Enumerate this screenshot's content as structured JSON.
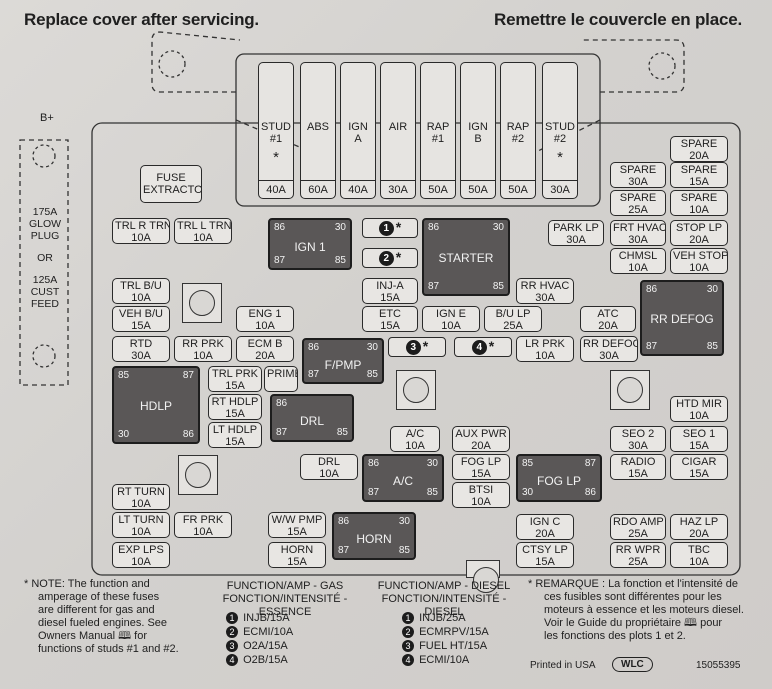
{
  "header": {
    "left": "Replace cover after servicing.",
    "right": "Remettre le couvercle en place."
  },
  "b_plus": "B+",
  "maxi_fuses": [
    {
      "name": "STUD\n#1",
      "star": "*",
      "amp": "40A"
    },
    {
      "name": "ABS",
      "star": "",
      "amp": "60A"
    },
    {
      "name": "IGN\nA",
      "star": "",
      "amp": "40A"
    },
    {
      "name": "AIR",
      "star": "",
      "amp": "30A"
    },
    {
      "name": "RAP\n#1",
      "star": "",
      "amp": "50A"
    },
    {
      "name": "IGN\nB",
      "star": "",
      "amp": "50A"
    },
    {
      "name": "RAP\n#2",
      "star": "",
      "amp": "50A"
    },
    {
      "name": "STUD\n#2",
      "star": "*",
      "amp": "30A"
    }
  ],
  "fuse_extractor": "FUSE EXTRACTOR",
  "glow_plug": {
    "a": "175A",
    "b": "GLOW",
    "c": "PLUG",
    "d": "OR",
    "e": "125A",
    "f": "CUST",
    "g": "FEED"
  },
  "fuses": {
    "trl_r_trn": [
      "TRL R TRN",
      "10A"
    ],
    "trl_l_trn": [
      "TRL L TRN",
      "10A"
    ],
    "trl_bu": [
      "TRL B/U",
      "10A"
    ],
    "veh_bu": [
      "VEH B/U",
      "15A"
    ],
    "rtd": [
      "RTD",
      "30A"
    ],
    "rr_prk": [
      "RR PRK",
      "10A"
    ],
    "ecm_b": [
      "ECM B",
      "20A"
    ],
    "eng1": [
      "ENG 1",
      "10A"
    ],
    "inj_a": [
      "INJ-A",
      "15A"
    ],
    "etc": [
      "ETC",
      "15A"
    ],
    "ign_e": [
      "IGN E",
      "10A"
    ],
    "bu_lp": [
      "B/U LP",
      "25A"
    ],
    "rr_hvac": [
      "RR HVAC",
      "30A"
    ],
    "park_lp": [
      "PARK LP",
      "30A"
    ],
    "atc": [
      "ATC",
      "20A"
    ],
    "lr_prk": [
      "LR PRK",
      "10A"
    ],
    "rr_defog_f": [
      "RR DEFOG",
      "30A"
    ],
    "trl_prk": [
      "TRL PRK",
      "15A"
    ],
    "prime": [
      "PRIME",
      ""
    ],
    "rt_hdlp": [
      "RT HDLP",
      "15A"
    ],
    "lt_hdlp": [
      "LT HDLP",
      "15A"
    ],
    "ac_f": [
      "A/C",
      "10A"
    ],
    "aux_pwr": [
      "AUX PWR",
      "20A"
    ],
    "drl_f": [
      "DRL",
      "10A"
    ],
    "fog_lp_f": [
      "FOG LP",
      "15A"
    ],
    "btsi": [
      "BTSI",
      "10A"
    ],
    "rt_turn": [
      "RT TURN",
      "10A"
    ],
    "lt_turn": [
      "LT TURN",
      "10A"
    ],
    "fr_prk": [
      "FR PRK",
      "10A"
    ],
    "exp_lps": [
      "EXP LPS",
      "10A"
    ],
    "ww_pmp": [
      "W/W PMP",
      "15A"
    ],
    "horn_f": [
      "HORN",
      "15A"
    ],
    "ign_c": [
      "IGN C",
      "20A"
    ],
    "ctsy_lp": [
      "CTSY LP",
      "15A"
    ],
    "spare1": [
      "SPARE",
      "20A"
    ],
    "spare2": [
      "SPARE",
      "30A"
    ],
    "spare3": [
      "SPARE",
      "15A"
    ],
    "spare4": [
      "SPARE",
      "25A"
    ],
    "spare5": [
      "SPARE",
      "10A"
    ],
    "frt_hvac": [
      "FRT HVAC",
      "30A"
    ],
    "stop_lp": [
      "STOP LP",
      "20A"
    ],
    "chmsl": [
      "CHMSL",
      "10A"
    ],
    "veh_stop": [
      "VEH STOP",
      "10A"
    ],
    "htd_mir": [
      "HTD MIR",
      "10A"
    ],
    "seo2": [
      "SEO 2",
      "30A"
    ],
    "seo1": [
      "SEO 1",
      "15A"
    ],
    "radio": [
      "RADIO",
      "15A"
    ],
    "cigar": [
      "CIGAR",
      "15A"
    ],
    "rdo_amp": [
      "RDO AMP",
      "25A"
    ],
    "haz_lp": [
      "HAZ LP",
      "20A"
    ],
    "rr_wpr": [
      "RR WPR",
      "25A"
    ],
    "tbc": [
      "TBC",
      "10A"
    ]
  },
  "relays": {
    "ign1": {
      "name": "IGN 1",
      "p": [
        "86",
        "30",
        "87",
        "85"
      ]
    },
    "starter": {
      "name": "STARTER",
      "p": [
        "86",
        "30",
        "87",
        "85"
      ]
    },
    "rr_defog": {
      "name": "RR DEFOG",
      "p": [
        "86",
        "30",
        "87",
        "85"
      ]
    },
    "fpmp": {
      "name": "F/PMP",
      "p": [
        "86",
        "30",
        "87",
        "85"
      ]
    },
    "hdlp": {
      "name": "HDLP",
      "p": [
        "85",
        "87",
        "30",
        "86"
      ]
    },
    "drl": {
      "name": "DRL",
      "p": [
        "86",
        "",
        "87",
        "85"
      ]
    },
    "ac": {
      "name": "A/C",
      "p": [
        "86",
        "30",
        "87",
        "85"
      ]
    },
    "fog_lp": {
      "name": "FOG LP",
      "p": [
        "85",
        "87",
        "30",
        "86"
      ]
    },
    "horn": {
      "name": "HORN",
      "p": [
        "86",
        "30",
        "87",
        "85"
      ]
    }
  },
  "num_relays": [
    {
      "n": "1",
      "s": "*"
    },
    {
      "n": "2",
      "s": "*"
    },
    {
      "n": "3",
      "s": "*"
    },
    {
      "n": "4",
      "s": "*"
    }
  ],
  "note": [
    "* NOTE: The function and",
    "amperage of these fuses",
    "are different for gas and",
    "diesel fueled engines. See",
    "Owners Manual",
    "for",
    "functions of studs #1 and #2."
  ],
  "function_gas": {
    "h1": "FUNCTION/AMP - GAS",
    "h2": "FONCTION/INTENSITÉ - ESSENCE",
    "items": [
      "INJB/15A",
      "ECMI/10A",
      "O2A/15A",
      "O2B/15A"
    ]
  },
  "function_diesel": {
    "h1": "FUNCTION/AMP - DIESEL",
    "h2": "FONCTION/INTENSITÉ - DIESEL",
    "items": [
      "INJB/25A",
      "ECMRPV/15A",
      "FUEL HT/15A",
      "ECMI/10A"
    ]
  },
  "remarque": [
    "* REMARQUE : La fonction et l'intensité de",
    "ces fusibles sont différentes pour les",
    "moteurs à essence et les moteurs diesel.",
    "Voir le Guide du propriétaire",
    "pour",
    "les fonctions des plots 1 et 2."
  ],
  "printed": "Printed in USA",
  "wlc": "WLC",
  "part": "15055395",
  "colors": {
    "relay": "#5a5757",
    "paper": "#d9d7d4",
    "ink": "#1f1f1f"
  }
}
